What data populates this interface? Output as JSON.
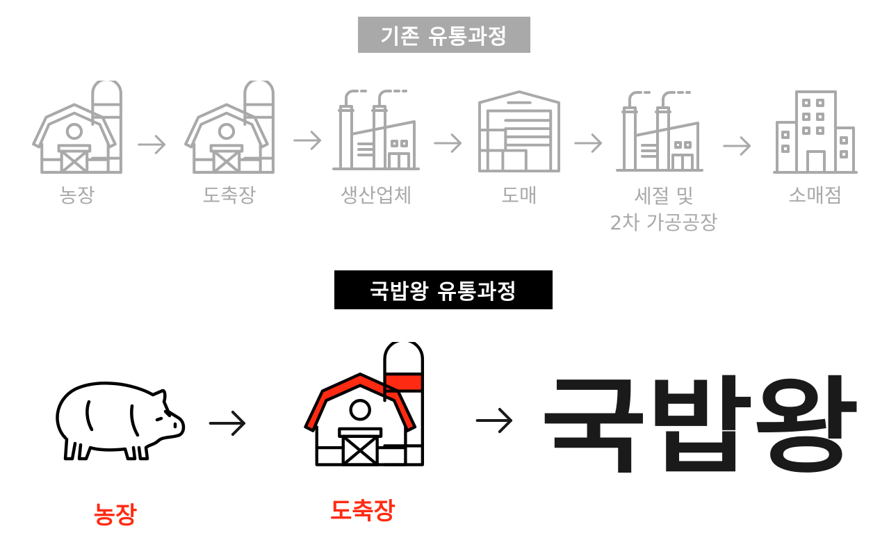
{
  "old_process": {
    "title": "기존 유통과정",
    "steps": [
      {
        "label": "농장",
        "icon": "barn-icon"
      },
      {
        "label": "도축장",
        "icon": "barn-icon"
      },
      {
        "label": "생산업체",
        "icon": "factory-icon"
      },
      {
        "label": "도매",
        "icon": "warehouse-icon"
      },
      {
        "label_line1": "세절 및",
        "label_line2": "2차 가공공장",
        "icon": "factory-icon"
      },
      {
        "label": "소매점",
        "icon": "building-icon"
      }
    ]
  },
  "new_process": {
    "title": "국밥왕 유통과정",
    "steps": [
      {
        "label": "농장",
        "icon": "pig-icon"
      },
      {
        "label": "도축장",
        "icon": "barn-icon"
      }
    ],
    "brand": "국밥왕"
  },
  "colors": {
    "gray": "#a9a9a9",
    "black": "#000000",
    "red": "#ff2a12",
    "brand": "#1a1a1a"
  }
}
